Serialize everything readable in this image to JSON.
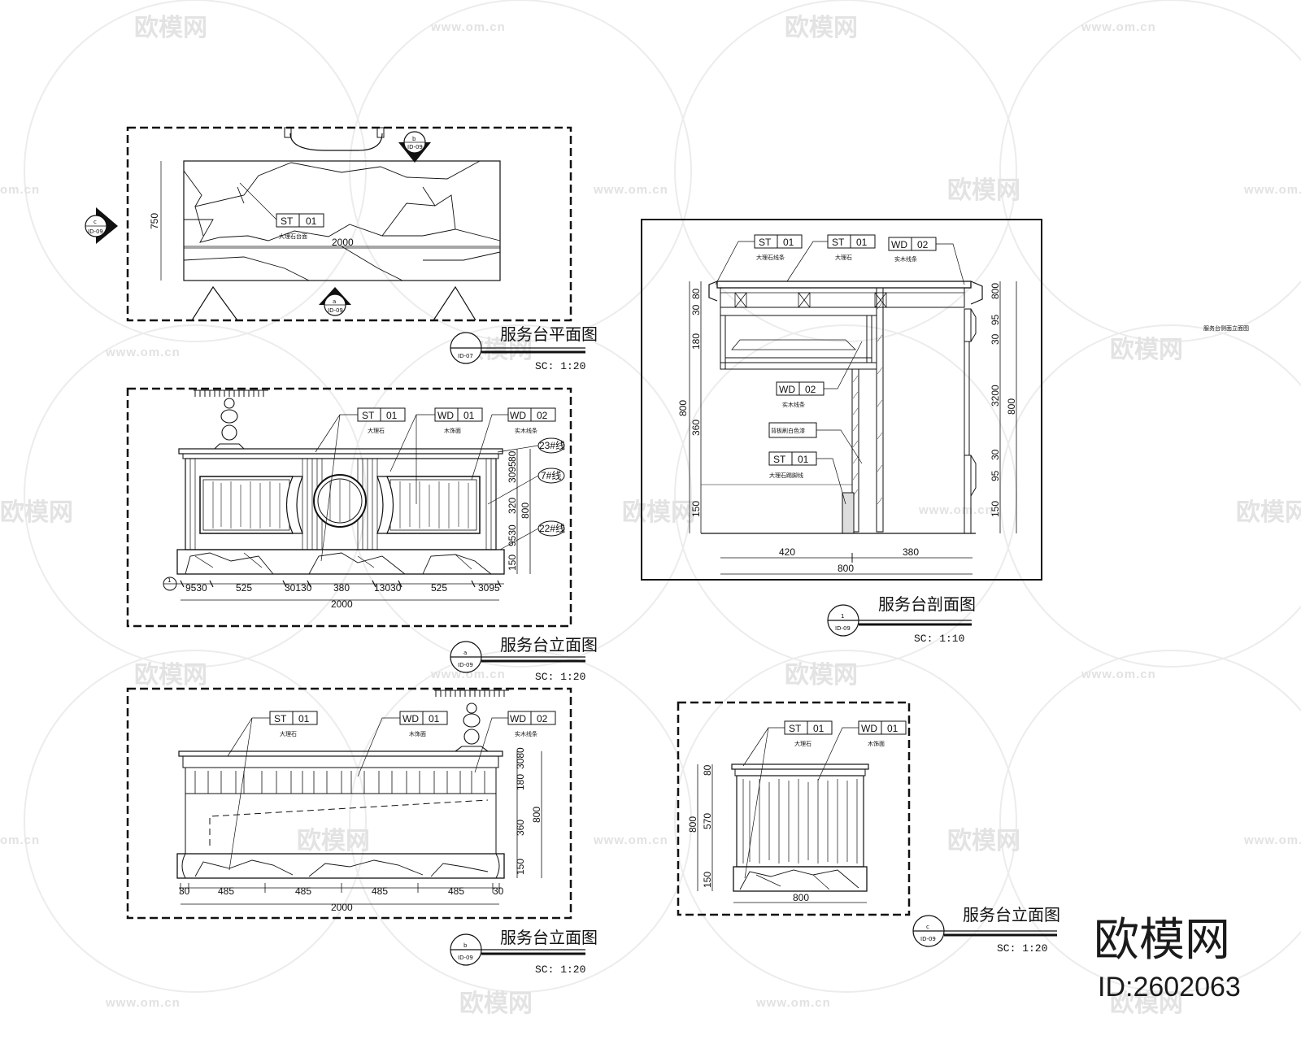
{
  "watermark": {
    "brand": "欧模网",
    "url": "www.om.cn",
    "url_partial": "om.cn",
    "id_label": "ID:2602063"
  },
  "plan": {
    "title": "服务台平面图",
    "scale": "SC: 1:20",
    "ref_num": "",
    "ref_sheet": "ID-07",
    "dim_width": "2000",
    "dim_height": "750",
    "tag_st": {
      "code": "ST",
      "num": "01",
      "desc": "大理石台面"
    },
    "marker_top": {
      "letter": "b",
      "sheet": "ID-09"
    },
    "marker_left": {
      "letter": "c",
      "sheet": "ID-09"
    },
    "marker_bottom": {
      "letter": "a",
      "sheet": "ID-09"
    }
  },
  "elev_a": {
    "title": "服务台立面图",
    "scale": "SC: 1:20",
    "ref_letter": "a",
    "ref_sheet": "ID-09",
    "tags": [
      {
        "code": "ST",
        "num": "01",
        "desc": "大理石"
      },
      {
        "code": "WD",
        "num": "01",
        "desc": "木饰面"
      },
      {
        "code": "WD",
        "num": "02",
        "desc": "实木线条"
      }
    ],
    "callouts": [
      "23#线",
      "7#线",
      "22#线"
    ],
    "dims_bottom": [
      "9530",
      "525",
      "30130",
      "380",
      "13030",
      "525",
      "3095"
    ],
    "dim_total": "2000",
    "dims_right": [
      "80",
      "3095",
      "320",
      "9530",
      "150"
    ],
    "dim_right_total": "800",
    "section_marker": {
      "num": "1",
      "sheet": "ID-09"
    }
  },
  "elev_b": {
    "title": "服务台立面图",
    "scale": "SC: 1:20",
    "ref_letter": "b",
    "ref_sheet": "ID-09",
    "tags": [
      {
        "code": "ST",
        "num": "01",
        "desc": "大理石"
      },
      {
        "code": "WD",
        "num": "01",
        "desc": "木饰面"
      },
      {
        "code": "WD",
        "num": "02",
        "desc": "实木线条"
      }
    ],
    "dims_bottom": [
      "30",
      "485",
      "485",
      "485",
      "485",
      "30"
    ],
    "dim_total": "2000",
    "dims_right": [
      "3080",
      "180",
      "360",
      "150"
    ],
    "dim_right_total": "800"
  },
  "section": {
    "title": "服务台剖面图",
    "scale": "SC: 1:10",
    "ref_num": "1",
    "ref_sheet": "ID-09",
    "tags": [
      {
        "code": "ST",
        "num": "01",
        "desc": "大理石线条"
      },
      {
        "code": "ST",
        "num": "01",
        "desc": "大理石"
      },
      {
        "code": "WD",
        "num": "02",
        "desc": "实木线条"
      },
      {
        "code": "WD",
        "num": "02",
        "desc": "实木线条"
      },
      {
        "code": "ST",
        "num": "01",
        "desc": "大理石踢脚线"
      }
    ],
    "box_label": "背板刷白色漆",
    "side_note": "服务台侧面立面图",
    "dims_left": [
      "80",
      "30",
      "180",
      "360",
      "150"
    ],
    "dim_left_total": "800",
    "dims_right": [
      "800",
      "95",
      "30",
      "3200",
      "30",
      "95",
      "150"
    ],
    "dim_right_total": "800",
    "dims_bottom": [
      "420",
      "380"
    ],
    "dim_total": "800"
  },
  "elev_c": {
    "title": "服务台立面图",
    "scale": "SC: 1:20",
    "ref_letter": "c",
    "ref_sheet": "ID-09",
    "tags": [
      {
        "code": "ST",
        "num": "01",
        "desc": "大理石"
      },
      {
        "code": "WD",
        "num": "01",
        "desc": "木饰面"
      }
    ],
    "dims_left": [
      "80",
      "570",
      "150"
    ],
    "dim_left_total": "800",
    "dim_bottom": "800"
  }
}
